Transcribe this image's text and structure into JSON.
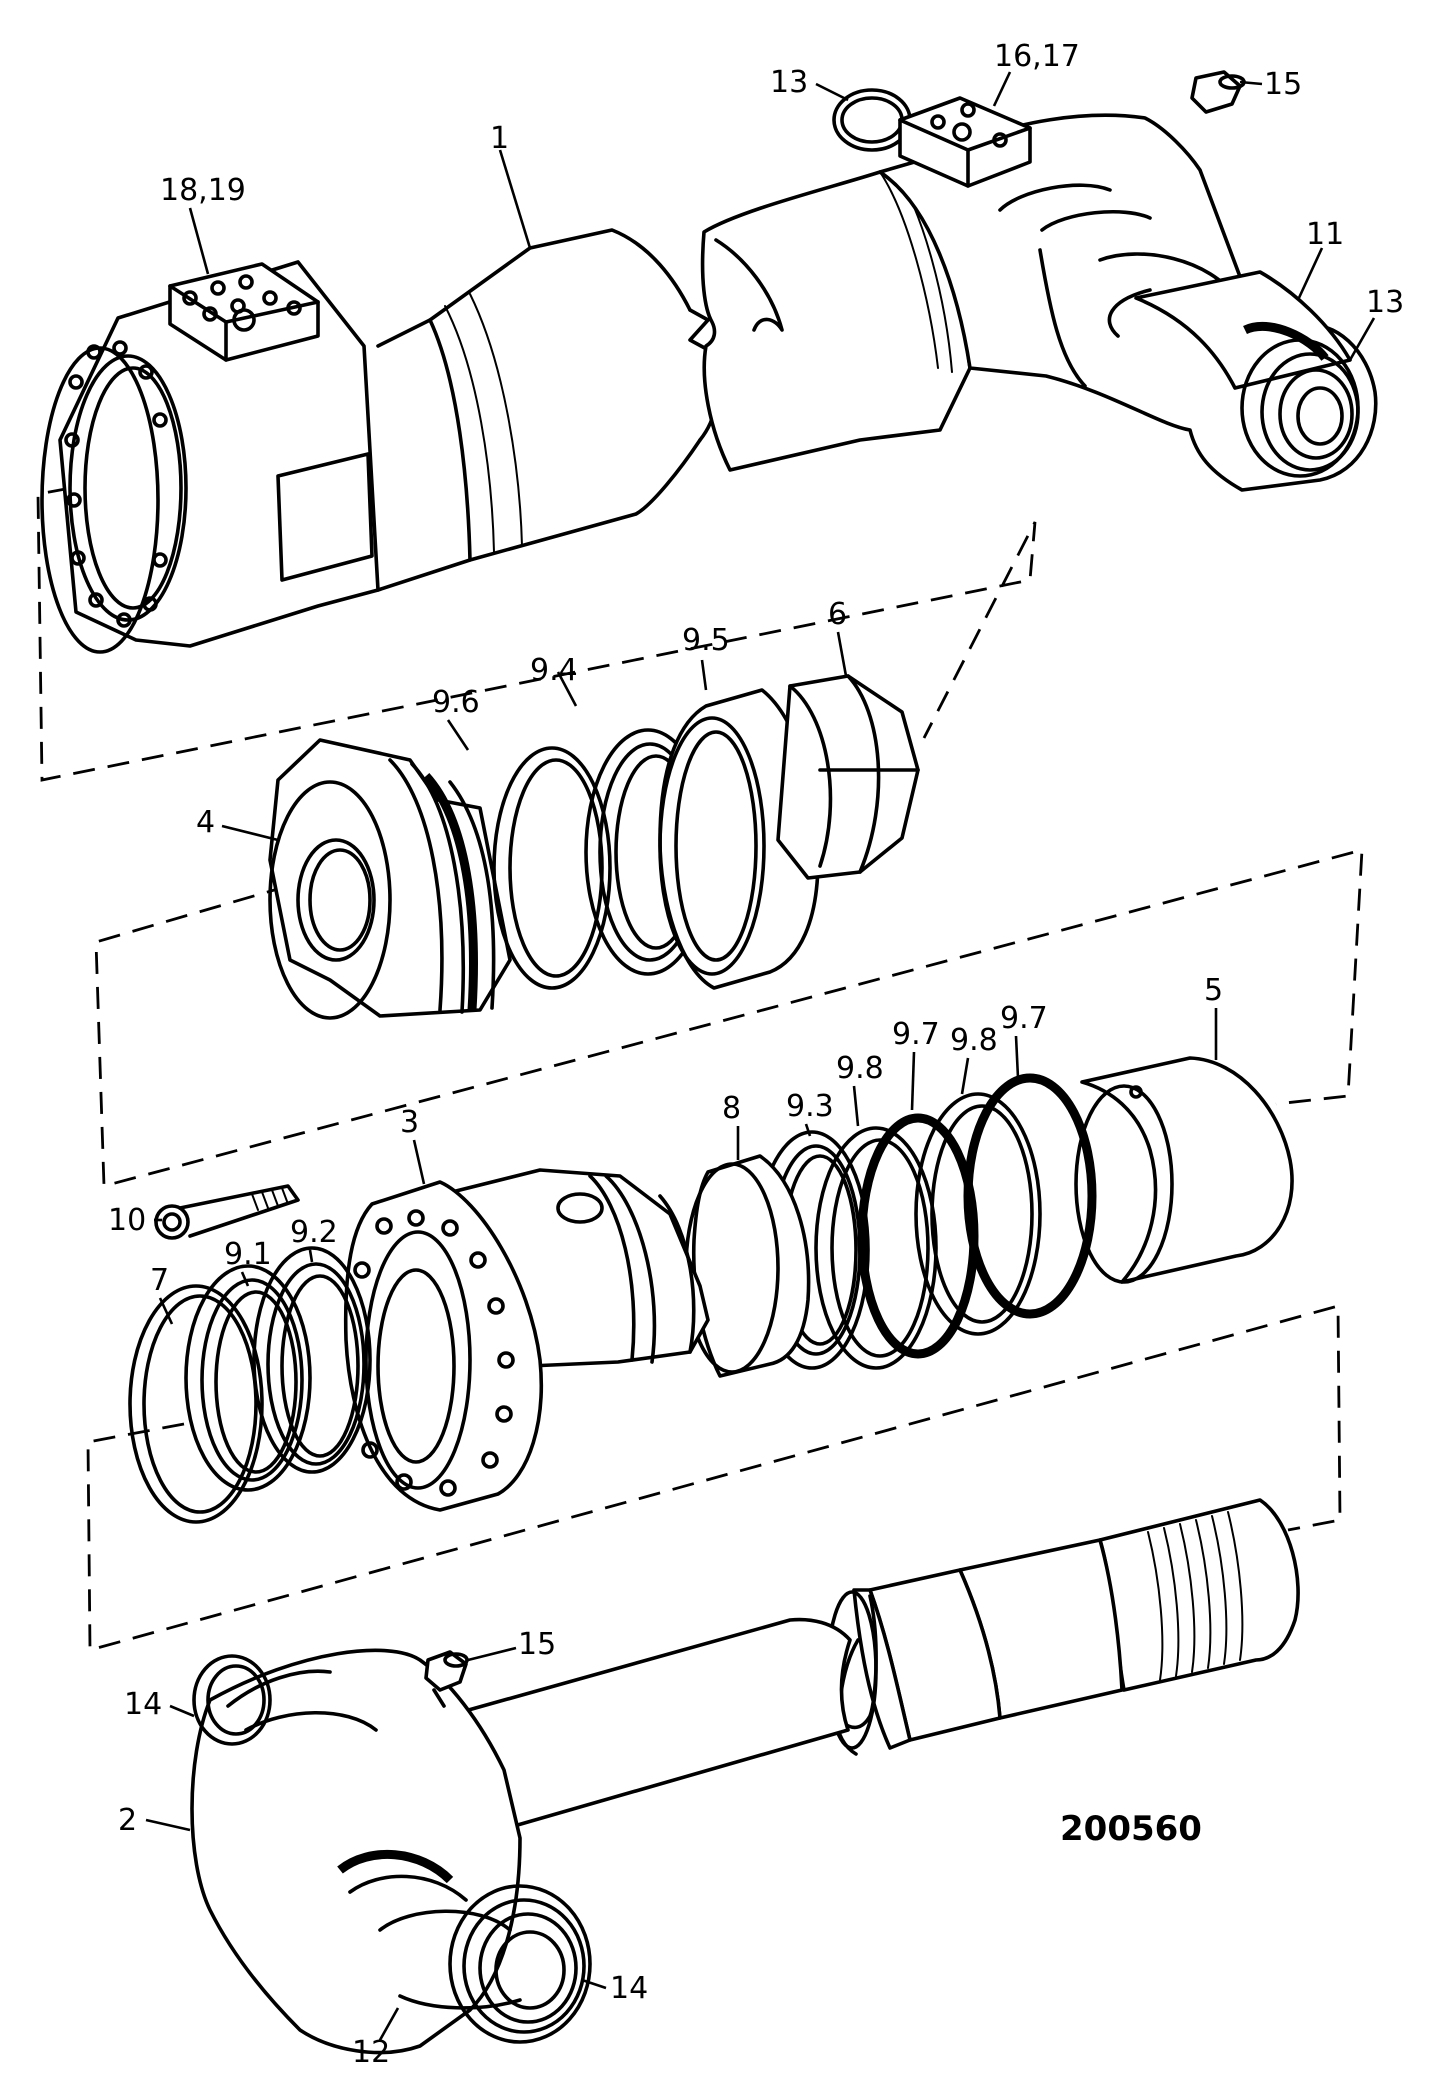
{
  "drawing_number": "200560",
  "callouts": [
    {
      "id": "c-18-19",
      "text": "18,19"
    },
    {
      "id": "c-1",
      "text": "1"
    },
    {
      "id": "c-13-top",
      "text": "13"
    },
    {
      "id": "c-16-17",
      "text": "16,17"
    },
    {
      "id": "c-15-top",
      "text": "15"
    },
    {
      "id": "c-11",
      "text": "11"
    },
    {
      "id": "c-13-right",
      "text": "13"
    },
    {
      "id": "c-9-5",
      "text": "9.5"
    },
    {
      "id": "c-6",
      "text": "6"
    },
    {
      "id": "c-9-4",
      "text": "9.4"
    },
    {
      "id": "c-9-6",
      "text": "9.6"
    },
    {
      "id": "c-4",
      "text": "4"
    },
    {
      "id": "c-5",
      "text": "5"
    },
    {
      "id": "c-9-7-a",
      "text": "9.7"
    },
    {
      "id": "c-9-8-a",
      "text": "9.8"
    },
    {
      "id": "c-9-7-b",
      "text": "9.7"
    },
    {
      "id": "c-9-8-b",
      "text": "9.8"
    },
    {
      "id": "c-9-3",
      "text": "9.3"
    },
    {
      "id": "c-8",
      "text": "8"
    },
    {
      "id": "c-3",
      "text": "3"
    },
    {
      "id": "c-10",
      "text": "10"
    },
    {
      "id": "c-9-1",
      "text": "9.1"
    },
    {
      "id": "c-9-2",
      "text": "9.2"
    },
    {
      "id": "c-7",
      "text": "7"
    },
    {
      "id": "c-15-bottom",
      "text": "15"
    },
    {
      "id": "c-14-left",
      "text": "14"
    },
    {
      "id": "c-2",
      "text": "2"
    },
    {
      "id": "c-14-bottom",
      "text": "14"
    },
    {
      "id": "c-12",
      "text": "12"
    }
  ]
}
